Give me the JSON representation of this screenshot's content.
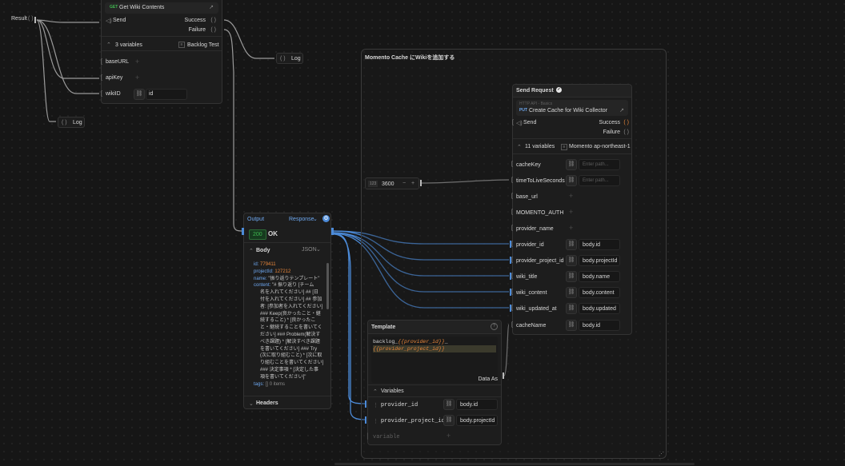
{
  "top_result": {
    "label": "Result",
    "paren": "( )"
  },
  "get_wiki": {
    "method": "GET",
    "title": "Get Wiki Contents",
    "send": "Send",
    "success": "Success",
    "failure": "Failure",
    "variables_count": "3 variables",
    "env": "Backlog Test",
    "rows": [
      {
        "name": "baseURL",
        "value": ""
      },
      {
        "name": "apiKey",
        "value": ""
      },
      {
        "name": "wikiID",
        "value": "id"
      }
    ]
  },
  "log_nodes": [
    {
      "label": "Log"
    },
    {
      "label": "Log"
    }
  ],
  "group": {
    "title": "Momento Cache にWikiを追加する"
  },
  "number_node": {
    "badge": "123",
    "value": "3600",
    "minus": "−",
    "plus": "+"
  },
  "output": {
    "title": "Output",
    "selector": "Response",
    "status_code": "200",
    "status_text": "OK",
    "body_label": "Body",
    "body_format": "JSON",
    "id_key": "id:",
    "id_val": "779411",
    "project_key": "projectId:",
    "project_val": "127212",
    "name_key": "name:",
    "name_val": "\"振り返りテンプレート\"",
    "content_key": "content:",
    "content_lines": [
      "\"# 振り返り [チーム",
      "名を入れてください] ## [日",
      "付を入れてください] ## 参加",
      "者: [参加者を入れてください]",
      "### Keep(良かったこと・継",
      "続すること) * [良かったこ",
      "と・継続することを書いてく",
      "ださい] ### Problem(解決す",
      "べき課題) * [解決すべき課題",
      "を書いてください] ### Try",
      "(次に取り組むこと) * [次に取",
      "り組むことを書いてください]",
      "### 決定事項 * [決定した事",
      "項を書いてください]\""
    ],
    "tags_key": "tags:",
    "tags_val": "[] 0 items",
    "headers_label": "Headers"
  },
  "send_request": {
    "title": "Send Request",
    "endpoint_caption": "HTTP API - Basics",
    "method": "PUT",
    "endpoint": "Create Cache for Wiki Collector",
    "send": "Send",
    "success": "Success",
    "failure": "Failure",
    "variables_count": "11 variables",
    "env": "Momento ap-northeast-1",
    "rows": [
      {
        "name": "cacheKey",
        "value": "",
        "placeholder": "Enter path..."
      },
      {
        "name": "timeToLiveSeconds",
        "value": "",
        "placeholder": "Enter path..."
      },
      {
        "name": "base_url",
        "value": "",
        "placeholder": ""
      },
      {
        "name": "MOMENTO_AUTH",
        "value": "",
        "placeholder": ""
      },
      {
        "name": "provider_name",
        "value": "",
        "placeholder": ""
      },
      {
        "name": "provider_id",
        "value": "body.id",
        "placeholder": ""
      },
      {
        "name": "provider_project_id",
        "value": "body.projectId",
        "placeholder": ""
      },
      {
        "name": "wiki_title",
        "value": "body.name",
        "placeholder": ""
      },
      {
        "name": "wiki_content",
        "value": "body.content",
        "placeholder": ""
      },
      {
        "name": "wiki_updated_at",
        "value": "body.updated",
        "placeholder": ""
      },
      {
        "name": "cacheName",
        "value": "body.id",
        "placeholder": ""
      }
    ]
  },
  "template": {
    "title": "Template",
    "text_prefix": "backlog_",
    "var1": "{{provider_id}}",
    "sep": "_",
    "var2": "{{provider_project_id}}",
    "data_as": "Data As",
    "variables_label": "Variables",
    "vars": [
      {
        "name": "provider_id",
        "value": "body.id"
      },
      {
        "name": "provider_project_id",
        "value": "body.projectId"
      }
    ],
    "new_var_placeholder": "variable"
  },
  "colors": {
    "accent_blue": "#4c8bd9",
    "ok_green": "#3fb950",
    "orange": "#e8863a"
  }
}
